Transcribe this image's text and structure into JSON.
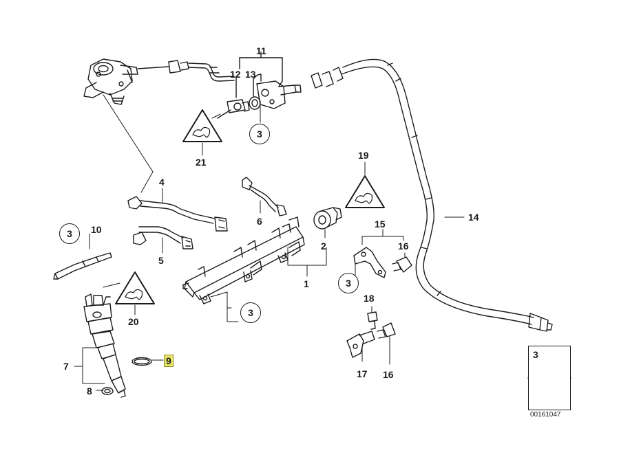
{
  "parts": {
    "p1": "1",
    "p2": "2",
    "p3a": "3",
    "p3b": "3",
    "p3c": "3",
    "p3d": "3",
    "p3legend": "3",
    "p4": "4",
    "p5": "5",
    "p6": "6",
    "p7": "7",
    "p8": "8",
    "p9": "9",
    "p10": "10",
    "p11": "11",
    "p12": "12",
    "p13": "13",
    "p14": "14",
    "p15": "15",
    "p16a": "16",
    "p16b": "16",
    "p17": "17",
    "p18": "18",
    "p19": "19",
    "p20": "20",
    "p21": "21"
  },
  "document_number": "00161047",
  "colors": {
    "line": "#1a1a1a",
    "highlight": "#e8e56a"
  },
  "icons": [
    "warning-triangle-icon",
    "bolt-icon",
    "arrow-icon"
  ]
}
